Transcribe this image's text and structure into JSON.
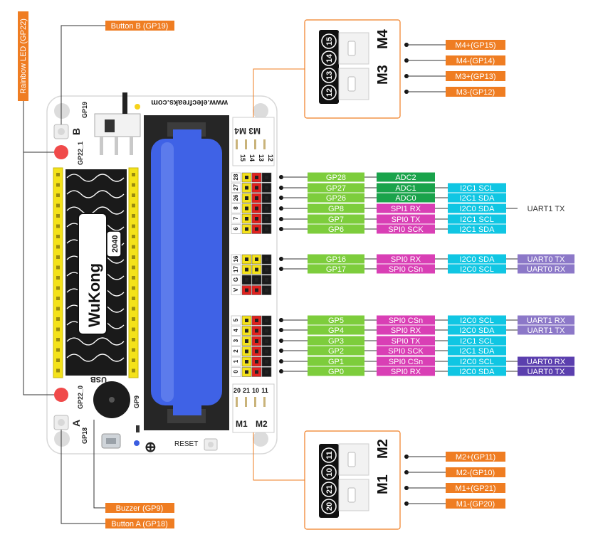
{
  "colors": {
    "orange": "#ef7d22",
    "gp": "#7dcd3c",
    "adc": "#1aa34b",
    "spi": "#d93fb5",
    "i2c": "#10c6e3",
    "uart": "#8c78c8",
    "uart_dark": "#5b3fae",
    "board": "#ffffff",
    "header_yellow": "#f4e21a",
    "battery": "#3f62e6",
    "red_pin": "#e0221f"
  },
  "callouts": {
    "button_b": "Button B (GP19)",
    "rainbow_led": "Rainbow LED (GP22)",
    "buzzer": "Buzzer (GP9)",
    "button_a": "Button A (GP18)",
    "m4p": "M4+(GP15)",
    "m4n": "M4-(GP14)",
    "m3p": "M3+(GP13)",
    "m3n": "M3-(GP12)",
    "m2p": "M2+(GP11)",
    "m2n": "M2-(GP10)",
    "m1p": "M1+(GP21)",
    "m1n": "M1-(GP20)"
  },
  "board": {
    "website": "www.elecfreaks.com",
    "logo": "WuKong",
    "logo_sub": "2040",
    "usb": "USB",
    "reset": "RESET",
    "gp9": "GP9",
    "b_letter": "B",
    "a_letter": "A",
    "gp19": "GP19",
    "gp18": "GP18",
    "gp22_1": "GP22_1",
    "gp22_0": "GP22_0",
    "m3": "M3",
    "m4": "M4",
    "m1": "M1",
    "m2": "M2",
    "plus": "⊕",
    "top_pins": [
      "12",
      "13",
      "14",
      "15"
    ],
    "bottom_pins": [
      "20",
      "21",
      "10",
      "11"
    ],
    "header_a": [
      "28",
      "27",
      "26",
      "8",
      "7",
      "6"
    ],
    "header_b": [
      "16",
      "17",
      "G",
      "V"
    ],
    "header_c": [
      "5",
      "4",
      "3",
      "2",
      "1",
      "0"
    ]
  },
  "inset_top": {
    "motor_a": "M4",
    "motor_b": "M3",
    "pins": [
      "15",
      "14",
      "13",
      "12"
    ]
  },
  "inset_bottom": {
    "motor_a": "M2",
    "motor_b": "M1",
    "pins": [
      "11",
      "10",
      "21",
      "20"
    ]
  },
  "pin_rows": [
    {
      "gp": "GP28",
      "f1": "ADC2",
      "f1c": "adc"
    },
    {
      "gp": "GP27",
      "f1": "ADC1",
      "f1c": "adc",
      "f2": "I2C1 SCL"
    },
    {
      "gp": "GP26",
      "f1": "ADC0",
      "f1c": "adc",
      "f2": "I2C1 SDA"
    },
    {
      "gp": "GP8",
      "f1": "SPI1 RX",
      "f1c": "spi",
      "f2": "I2C0 SDA",
      "f3": "UART1 TX",
      "f3c": "uart_plain"
    },
    {
      "gp": "GP7",
      "f1": "SPI0 TX",
      "f1c": "spi",
      "f2": "I2C1 SCL"
    },
    {
      "gp": "GP6",
      "f1": "SPI0 SCK",
      "f1c": "spi",
      "f2": "I2C1 SDA"
    },
    {
      "gp": "GP16",
      "f1": "SPI0 RX",
      "f1c": "spi",
      "f2": "I2C0 SDA",
      "f3": "UART0 TX",
      "f3c": "uart"
    },
    {
      "gp": "GP17",
      "f1": "SPI0 CSn",
      "f1c": "spi",
      "f2": "I2C0 SCL",
      "f3": "UART0 RX",
      "f3c": "uart"
    },
    {
      "gp": "GP5",
      "f1": "SPI0 CSn",
      "f1c": "spi",
      "f2": "I2C0 SCL",
      "f3": "UART1 RX",
      "f3c": "uart"
    },
    {
      "gp": "GP4",
      "f1": "SPI0 RX",
      "f1c": "spi",
      "f2": "I2C0 SDA",
      "f3": "UART1 TX",
      "f3c": "uart"
    },
    {
      "gp": "GP3",
      "f1": "SPI0 TX",
      "f1c": "spi",
      "f2": "I2C1 SCL"
    },
    {
      "gp": "GP2",
      "f1": "SPI0 SCK",
      "f1c": "spi",
      "f2": "I2C1 SDA"
    },
    {
      "gp": "GP1",
      "f1": "SPI0 CSn",
      "f1c": "spi",
      "f2": "I2C0 SCL",
      "f3": "UART0 RX",
      "f3c": "uart_dark"
    },
    {
      "gp": "GP0",
      "f1": "SPI0 RX",
      "f1c": "spi",
      "f2": "I2C0 SDA",
      "f3": "UART0 TX",
      "f3c": "uart_dark"
    }
  ]
}
